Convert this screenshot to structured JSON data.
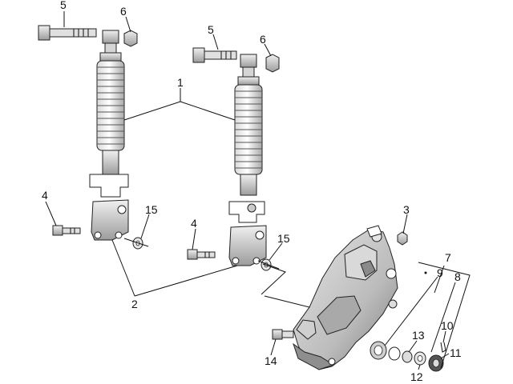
{
  "diagram": {
    "callouts": {
      "c1": "1",
      "c2": "2",
      "c3": "3",
      "c4a": "4",
      "c4b": "4",
      "c5a": "5",
      "c5b": "5",
      "c6a": "6",
      "c6b": "6",
      "c7": "7",
      "c8": "8",
      "c9": "9",
      "c10": "10",
      "c11": "11",
      "c12": "12",
      "c13": "13",
      "c14": "14",
      "c15a": "15",
      "c15b": "15"
    }
  }
}
